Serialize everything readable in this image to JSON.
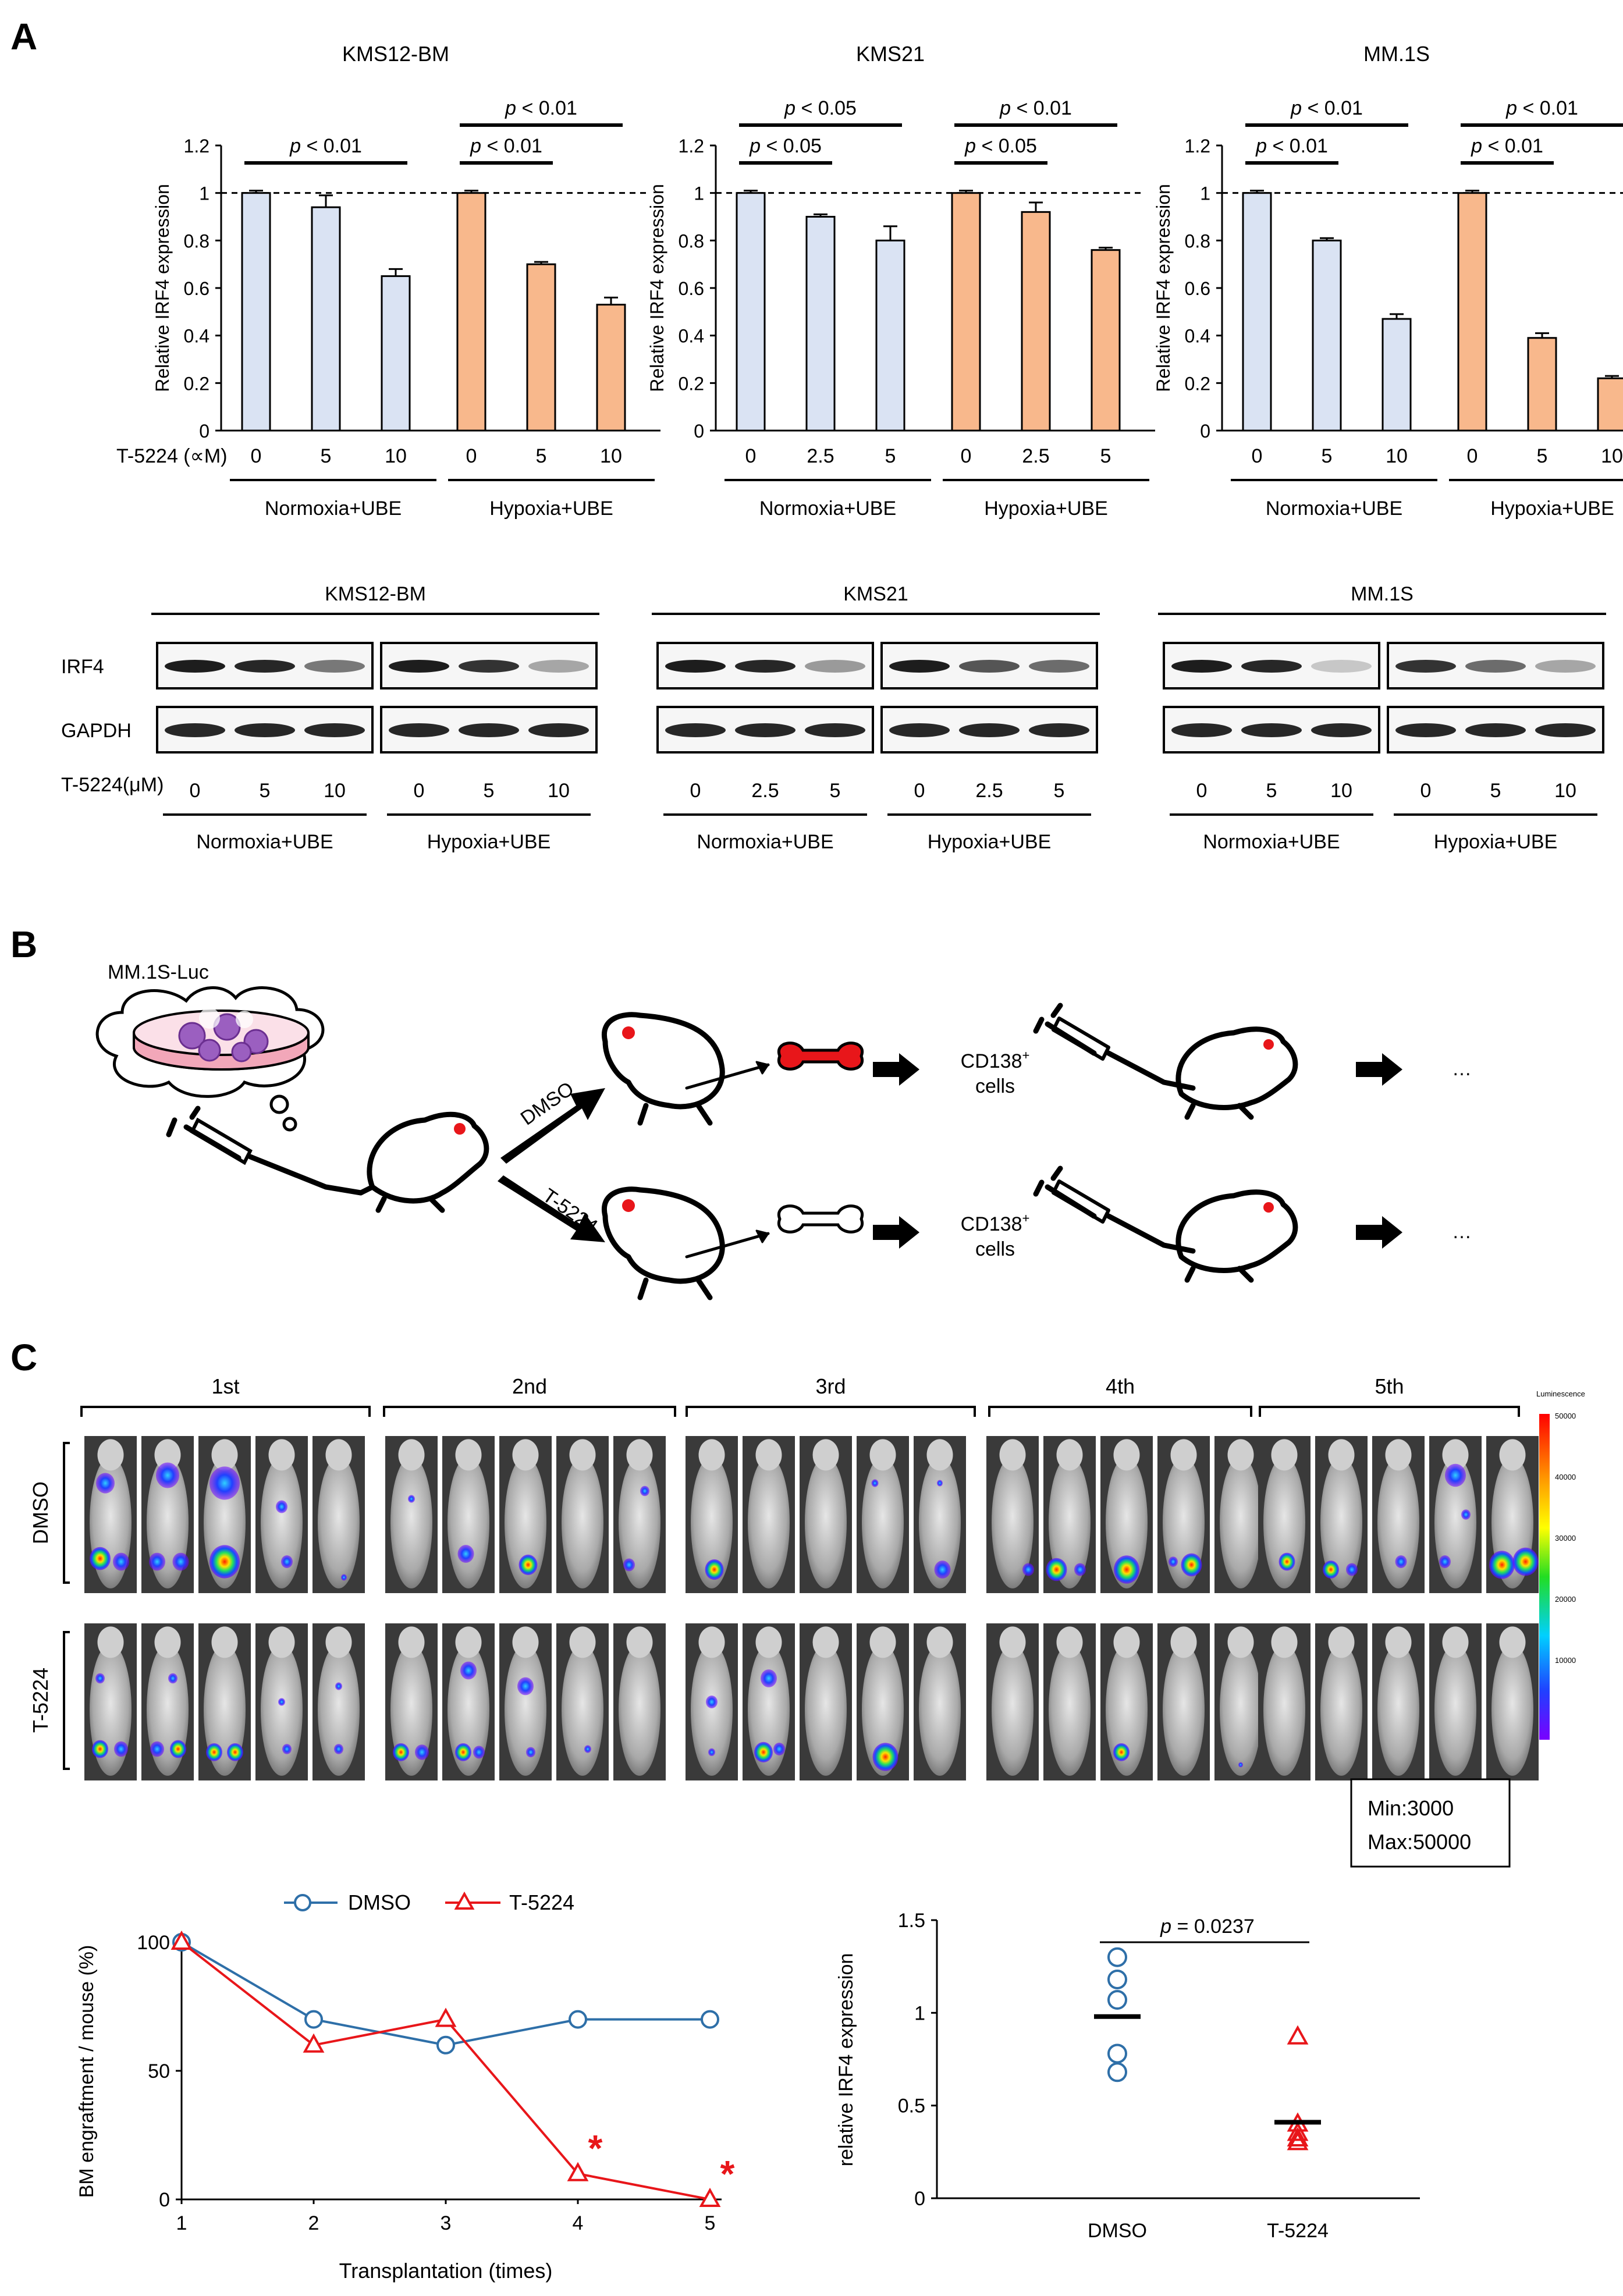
{
  "panels": {
    "a": "A",
    "b": "B",
    "c": "C"
  },
  "colors": {
    "normoxia": "#dae3f3",
    "hypoxia": "#f8b88c",
    "dmso": "#2e6fa8",
    "t5224": "#e8161a",
    "bone_red": "#e8161a"
  },
  "bar_labels": {
    "ylabel": "Relative IRF4 expression",
    "treatment": "T-5224 (∝M)",
    "normoxia": "Normoxia+UBE",
    "hypoxia": "Hypoxia+UBE"
  },
  "blot": {
    "treatment": "T-5224(μM)",
    "irf4": "IRF4",
    "gapdh": "GAPDH",
    "normoxia": "Normoxia+UBE",
    "hypoxia": "Hypoxia+UBE",
    "lines": [
      {
        "title": "KMS12-BM",
        "doses": [
          "0",
          "5",
          "10",
          "0",
          "5",
          "10"
        ]
      },
      {
        "title": "KMS21",
        "doses": [
          "0",
          "2.5",
          "5",
          "0",
          "2.5",
          "5"
        ]
      },
      {
        "title": "MM.1S",
        "doses": [
          "0",
          "5",
          "10",
          "0",
          "5",
          "10"
        ]
      }
    ]
  },
  "schema": {
    "cell_line": "MM.1S-Luc",
    "dmso": "DMSO",
    "t5224": "T-5224",
    "cd138": "CD138",
    "cd138_sup": "+",
    "cells": "cells",
    "ellipsis": "…"
  },
  "imaging": {
    "rounds": [
      "1st",
      "2nd",
      "3rd",
      "4th",
      "5th"
    ],
    "dmso": "DMSO",
    "t5224": "T-5224",
    "scale_min": "Min:3000",
    "scale_max": "Max:50000",
    "colorbar_title": "Luminescence",
    "colorbar_ticks": [
      "50000",
      "40000",
      "30000",
      "20000",
      "10000"
    ]
  },
  "chart_data": [
    {
      "type": "bar",
      "title": "KMS12-BM",
      "ylabel": "Relative IRF4 expression",
      "xlabel": "T-5224 (∝M)",
      "categories": [
        "0",
        "5",
        "10",
        "0",
        "5",
        "10"
      ],
      "groups": [
        "Normoxia+UBE",
        "Hypoxia+UBE"
      ],
      "values": [
        1.0,
        0.94,
        0.65,
        1.0,
        0.7,
        0.53
      ],
      "errors": [
        0.01,
        0.05,
        0.03,
        0.01,
        0.01,
        0.03
      ],
      "ylim": [
        0,
        1.2
      ],
      "yticks": [
        "0",
        "0.2",
        "0.4",
        "0.6",
        "0.8",
        "1",
        "1.2"
      ],
      "reference_line": 1,
      "pvalues": [
        {
          "from": 0,
          "to": 2,
          "text": "p < 0.01"
        },
        {
          "from": 3,
          "to": 4,
          "text": "p < 0.01"
        },
        {
          "from": 3,
          "to": 5,
          "text": "p < 0.01"
        }
      ]
    },
    {
      "type": "bar",
      "title": "KMS21",
      "ylabel": "Relative IRF4 expression",
      "categories": [
        "0",
        "2.5",
        "5",
        "0",
        "2.5",
        "5"
      ],
      "groups": [
        "Normoxia+UBE",
        "Hypoxia+UBE"
      ],
      "values": [
        1.0,
        0.9,
        0.8,
        1.0,
        0.92,
        0.76
      ],
      "errors": [
        0.01,
        0.01,
        0.06,
        0.01,
        0.04,
        0.01
      ],
      "ylim": [
        0,
        1.2
      ],
      "yticks": [
        "0",
        "0.2",
        "0.4",
        "0.6",
        "0.8",
        "1",
        "1.2"
      ],
      "reference_line": 1,
      "pvalues": [
        {
          "from": 0,
          "to": 1,
          "text": "p < 0.05"
        },
        {
          "from": 0,
          "to": 2,
          "text": "p < 0.05"
        },
        {
          "from": 3,
          "to": 4,
          "text": "p < 0.05"
        },
        {
          "from": 3,
          "to": 5,
          "text": "p < 0.01"
        }
      ]
    },
    {
      "type": "bar",
      "title": "MM.1S",
      "ylabel": "Relative IRF4 expression",
      "categories": [
        "0",
        "5",
        "10",
        "0",
        "5",
        "10"
      ],
      "groups": [
        "Normoxia+UBE",
        "Hypoxia+UBE"
      ],
      "values": [
        1.0,
        0.8,
        0.47,
        1.0,
        0.39,
        0.22
      ],
      "errors": [
        0.01,
        0.01,
        0.02,
        0.01,
        0.02,
        0.01
      ],
      "ylim": [
        0,
        1.2
      ],
      "yticks": [
        "0",
        "0.2",
        "0.4",
        "0.6",
        "0.8",
        "1",
        "1.2"
      ],
      "reference_line": 1,
      "pvalues": [
        {
          "from": 0,
          "to": 1,
          "text": "p < 0.01"
        },
        {
          "from": 0,
          "to": 2,
          "text": "p < 0.01"
        },
        {
          "from": 3,
          "to": 4,
          "text": "p < 0.01"
        },
        {
          "from": 3,
          "to": 5,
          "text": "p < 0.01"
        }
      ]
    },
    {
      "type": "line",
      "xlabel": "Transplantation (times)",
      "ylabel": "BM engraftment / mouse (%)",
      "x": [
        1,
        2,
        3,
        4,
        5
      ],
      "xticks": [
        "1",
        "2",
        "3",
        "4",
        "5"
      ],
      "yticks": [
        "0",
        "50",
        "100"
      ],
      "ylim": [
        0,
        100
      ],
      "series": [
        {
          "name": "DMSO",
          "values": [
            100,
            70,
            60,
            70,
            70
          ],
          "marker": "circle"
        },
        {
          "name": "T-5224",
          "values": [
            100,
            60,
            70,
            10,
            0
          ],
          "marker": "triangle",
          "significant": [
            4,
            5
          ],
          "sig_mark": "*"
        }
      ]
    },
    {
      "type": "scatter",
      "ylabel": "relative IRF4 expression",
      "categories": [
        "DMSO",
        "T-5224"
      ],
      "ylim": [
        0,
        1.5
      ],
      "yticks": [
        "0",
        "0.5",
        "1",
        "1.5"
      ],
      "pvalue": "p = 0.0237",
      "series": [
        {
          "name": "DMSO",
          "values": [
            1.3,
            1.18,
            1.07,
            0.78,
            0.68
          ],
          "mean": 0.98,
          "marker": "circle"
        },
        {
          "name": "T-5224",
          "values": [
            0.87,
            0.4,
            0.35,
            0.32,
            0.3
          ],
          "mean": 0.41,
          "marker": "triangle"
        }
      ]
    }
  ]
}
